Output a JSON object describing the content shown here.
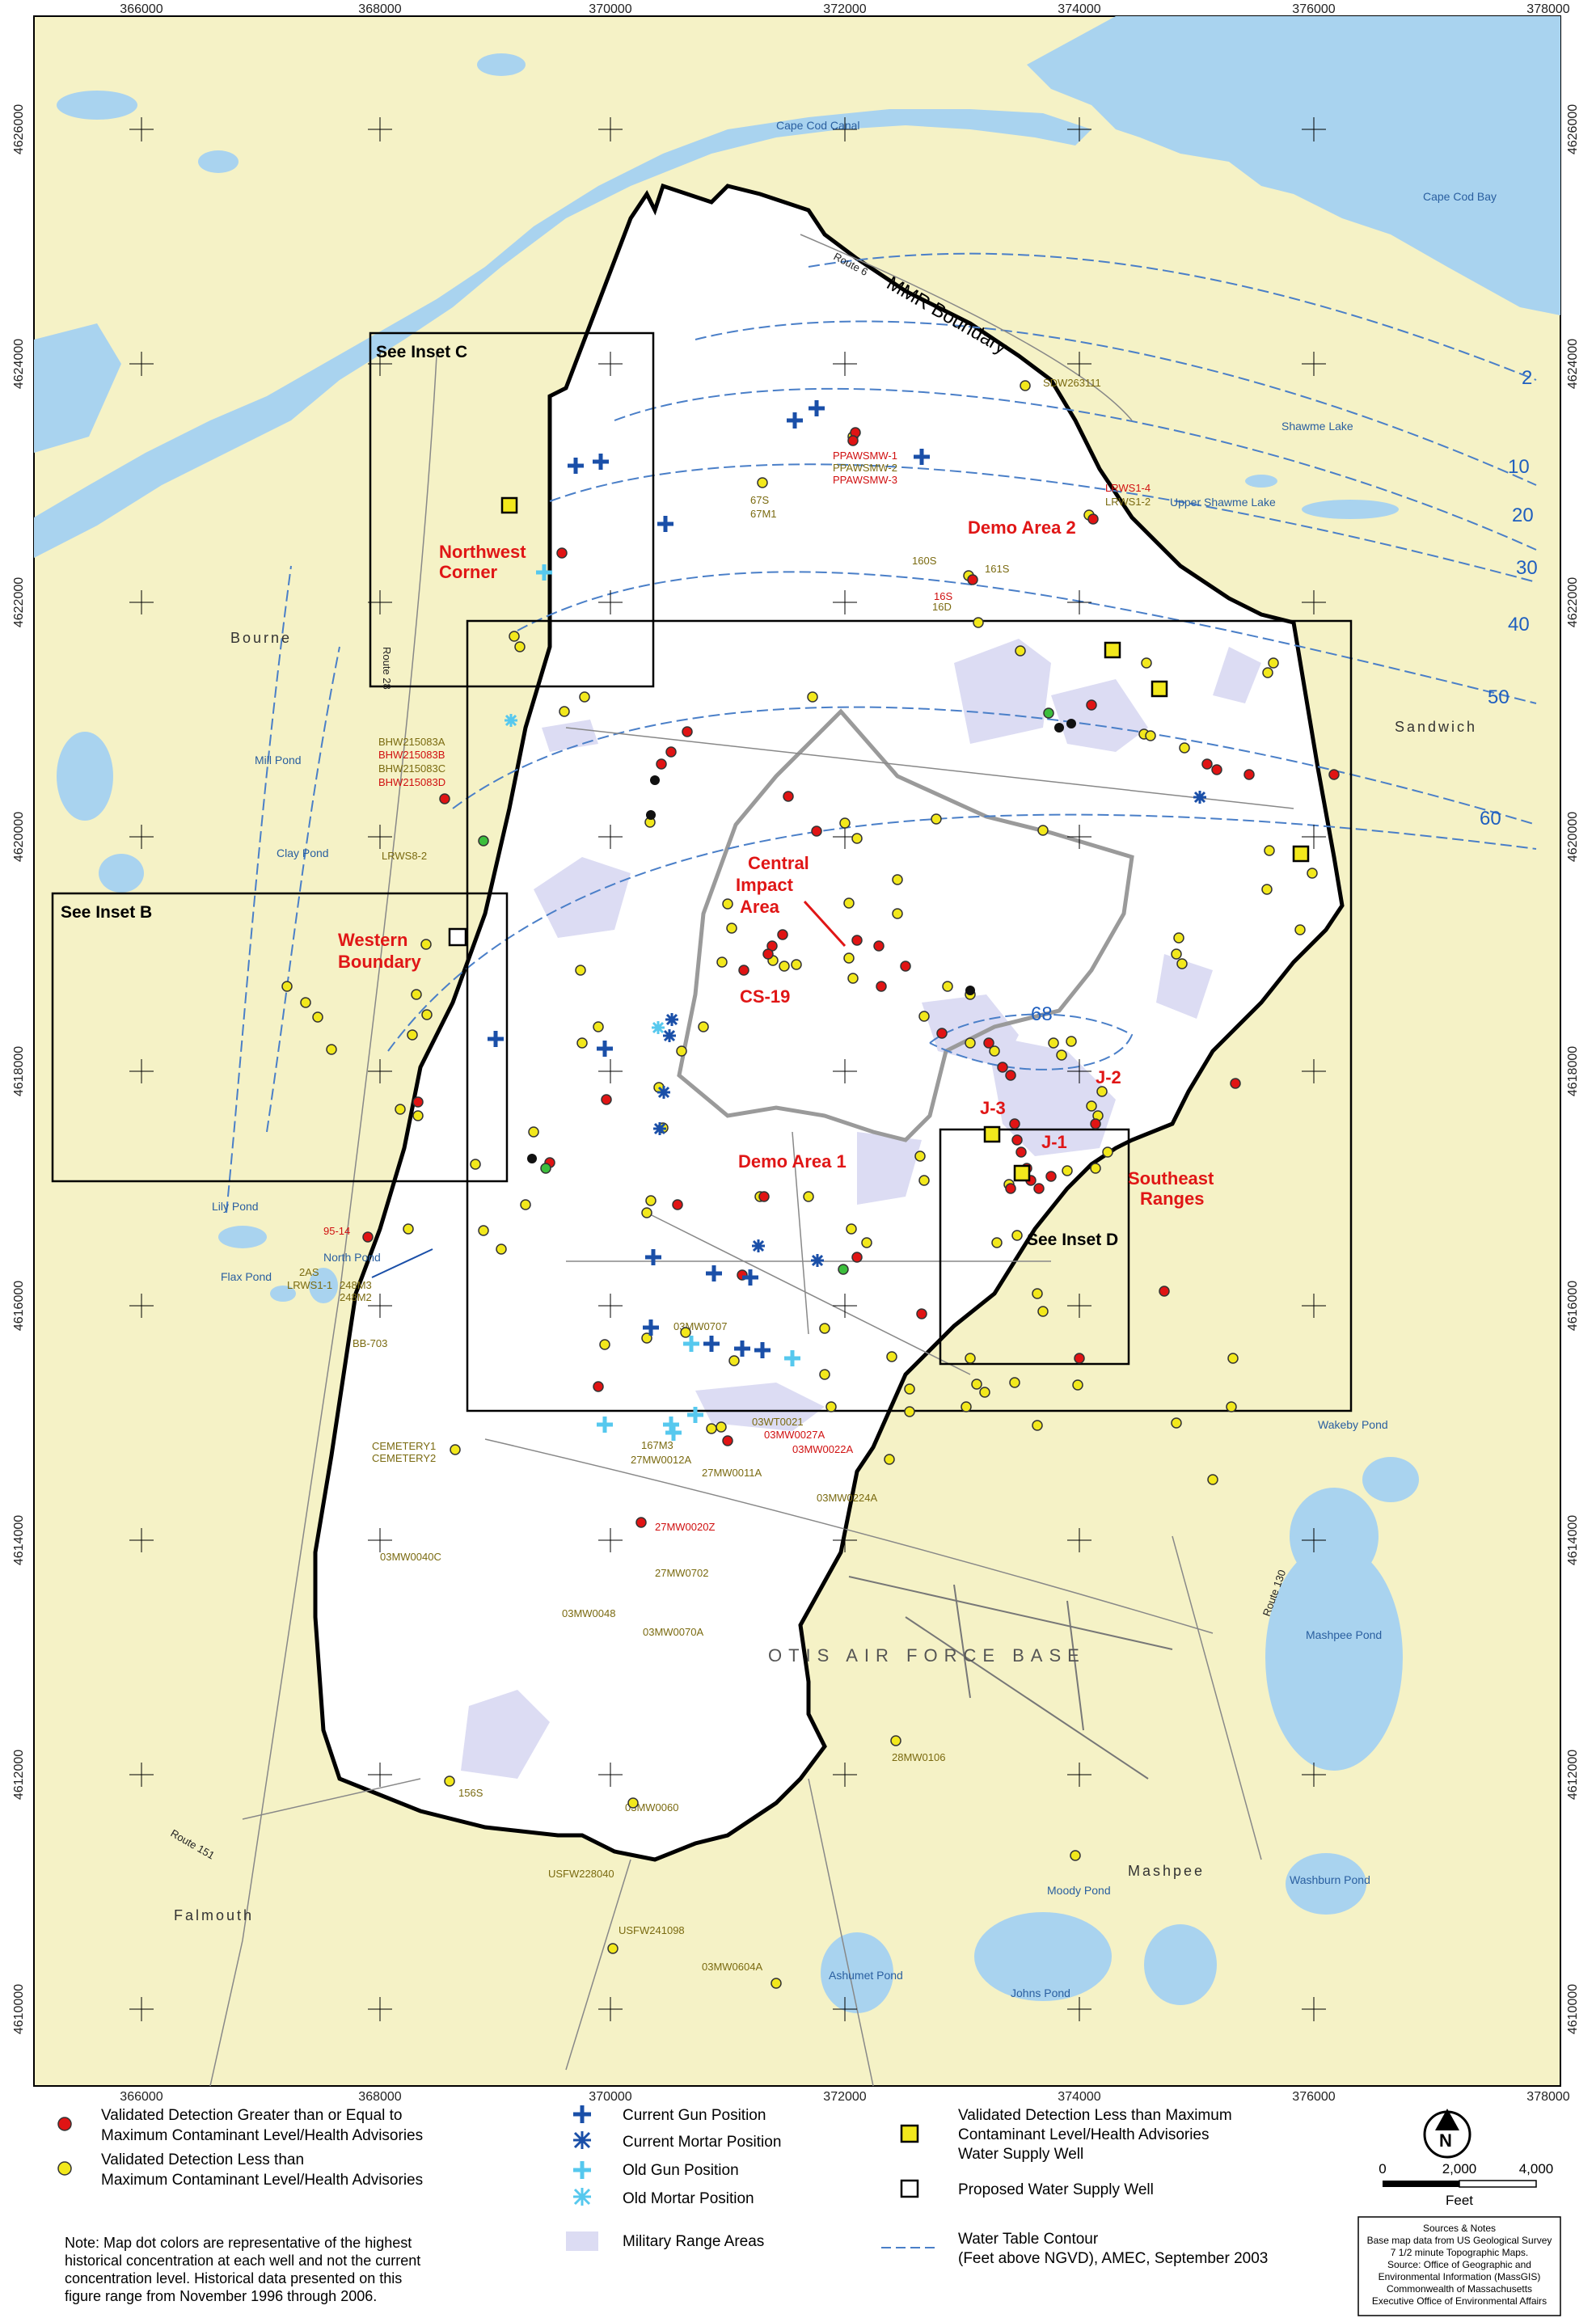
{
  "axes": {
    "x_ticks": [
      "366000",
      "368000",
      "370000",
      "372000",
      "374000",
      "376000",
      "378000"
    ],
    "y_ticks": [
      "4626000",
      "4624000",
      "4622000",
      "4620000",
      "4618000",
      "4616000",
      "4614000",
      "4612000",
      "4610000"
    ]
  },
  "places": {
    "bourne": "Bourne",
    "sandwich": "Sandwich",
    "falmouth": "Falmouth",
    "mashpee": "Mashpee",
    "otis": "OTIS AIR FORCE BASE"
  },
  "water": {
    "cape_cod_canal": "Cape Cod Canal",
    "cape_cod_bay": "Cape Cod Bay",
    "shawme_lake": "Shawme Lake",
    "upper_shawme_lake": "Upper Shawme Lake",
    "mill_pond": "Mill Pond",
    "clay_pond": "Clay Pond",
    "lily_pond": "Lily Pond",
    "north_pond": "North Pond",
    "flax_pond": "Flax Pond",
    "wakeby_pond": "Wakeby Pond",
    "mashpee_pond": "Mashpee Pond",
    "moody_pond": "Moody Pond",
    "washburn_pond": "Washburn Pond",
    "ashumet_pond": "Ashumet Pond",
    "johns_pond": "Johns Pond"
  },
  "roads": {
    "route6": "Route 6",
    "route28": "Route 28",
    "route130": "Route 130",
    "route151": "Route 151",
    "mmr_boundary": "MMR Boundary"
  },
  "areas": {
    "demo_area_2": "Demo Area 2",
    "northwest_corner_1": "Northwest",
    "northwest_corner_2": "Corner",
    "central_1": "Central",
    "central_2": "Impact",
    "central_3": "Area",
    "cs19": "CS-19",
    "western_1": "Western",
    "western_2": "Boundary",
    "demo_area_1": "Demo Area 1",
    "j1": "J-1",
    "j2": "J-2",
    "j3": "J-3",
    "southeast_1": "Southeast",
    "southeast_2": "Ranges"
  },
  "insets": {
    "b": "See Inset B",
    "c": "See Inset C",
    "d": "See Inset D"
  },
  "contours": [
    "2",
    "10",
    "20",
    "30",
    "40",
    "50",
    "60",
    "68"
  ],
  "wells_yellow": [
    "SDW263111",
    "LRWS1-2",
    "67S",
    "67M1",
    "PPAWSMW-2",
    "160S",
    "161S",
    "16D",
    "BHW215083A",
    "BHW215083C",
    "LRWS8-2",
    "2AS",
    "248M3",
    "248M2",
    "LRWS1-1",
    "BB-703",
    "CEMETERY1",
    "CEMETERY2",
    "03MW0707",
    "03WT0021",
    "167M3",
    "27MW0012A",
    "27MW0011A",
    "03MW0224A",
    "03MW0040C",
    "27MW0702",
    "03MW0048",
    "03MW0070A",
    "28MW0106",
    "156S",
    "03MW0060",
    "USFW228040",
    "USFW241098",
    "03MW0604A"
  ],
  "wells_red": [
    "PPAWSMW-1",
    "PPAWSMW-3",
    "LRWS1-4",
    "16S",
    "BHW215083B",
    "BHW215083D",
    "95-14",
    "03MW0027A",
    "03MW0022A",
    "27MW0020Z"
  ],
  "legend": {
    "red_dot_1": "Validated Detection Greater than or Equal to",
    "red_dot_2": "Maximum Contaminant Level/Health Advisories",
    "yellow_dot_1": "Validated Detection Less than",
    "yellow_dot_2": "Maximum Contaminant Level/Health Advisories",
    "current_gun": "Current Gun Position",
    "current_mortar": "Current Mortar Position",
    "old_gun": "Old Gun Position",
    "old_mortar": "Old Mortar Position",
    "military": "Military Range Areas",
    "yellow_square_1": "Validated Detection Less than Maximum",
    "yellow_square_2": "Contaminant Level/Health Advisories",
    "yellow_square_3": "Water Supply Well",
    "proposed_1": "Proposed Water Supply Well",
    "contour_1": "Water Table Contour",
    "contour_2": "(Feet above NGVD), AMEC, September 2003",
    "note_1": "Note: Map dot colors are representative of the highest",
    "note_2": "historical concentration  at each well and not the current",
    "note_3": "concentration level.  Historical data presented on this",
    "note_4": "figure range from November 1996 through 2006.",
    "scale_0": "0",
    "scale_1": "2,000",
    "scale_2": "4,000",
    "scale_unit": "Feet",
    "north": "N",
    "sources_1": "Sources & Notes",
    "sources_2": "Base map data from US Geological Survey",
    "sources_3": "7 1/2 minute Topographic Maps.",
    "sources_4": "Source: Office of Geographic and",
    "sources_5": "Environmental Information (MassGIS)",
    "sources_6": "Commonwealth of Massachusetts",
    "sources_7": "Executive Office of Environmental Affairs"
  },
  "colors": {
    "land": "#f5f2c6",
    "water": "#a9d3ef",
    "mmr": "#ffffff",
    "red_dot": "#e01414",
    "yellow_dot": "#f2e81c",
    "current_gun": "#1a4fa8",
    "old_gun": "#56c8ee",
    "military": "#dcdcf3",
    "contour": "#4a7fc8"
  }
}
